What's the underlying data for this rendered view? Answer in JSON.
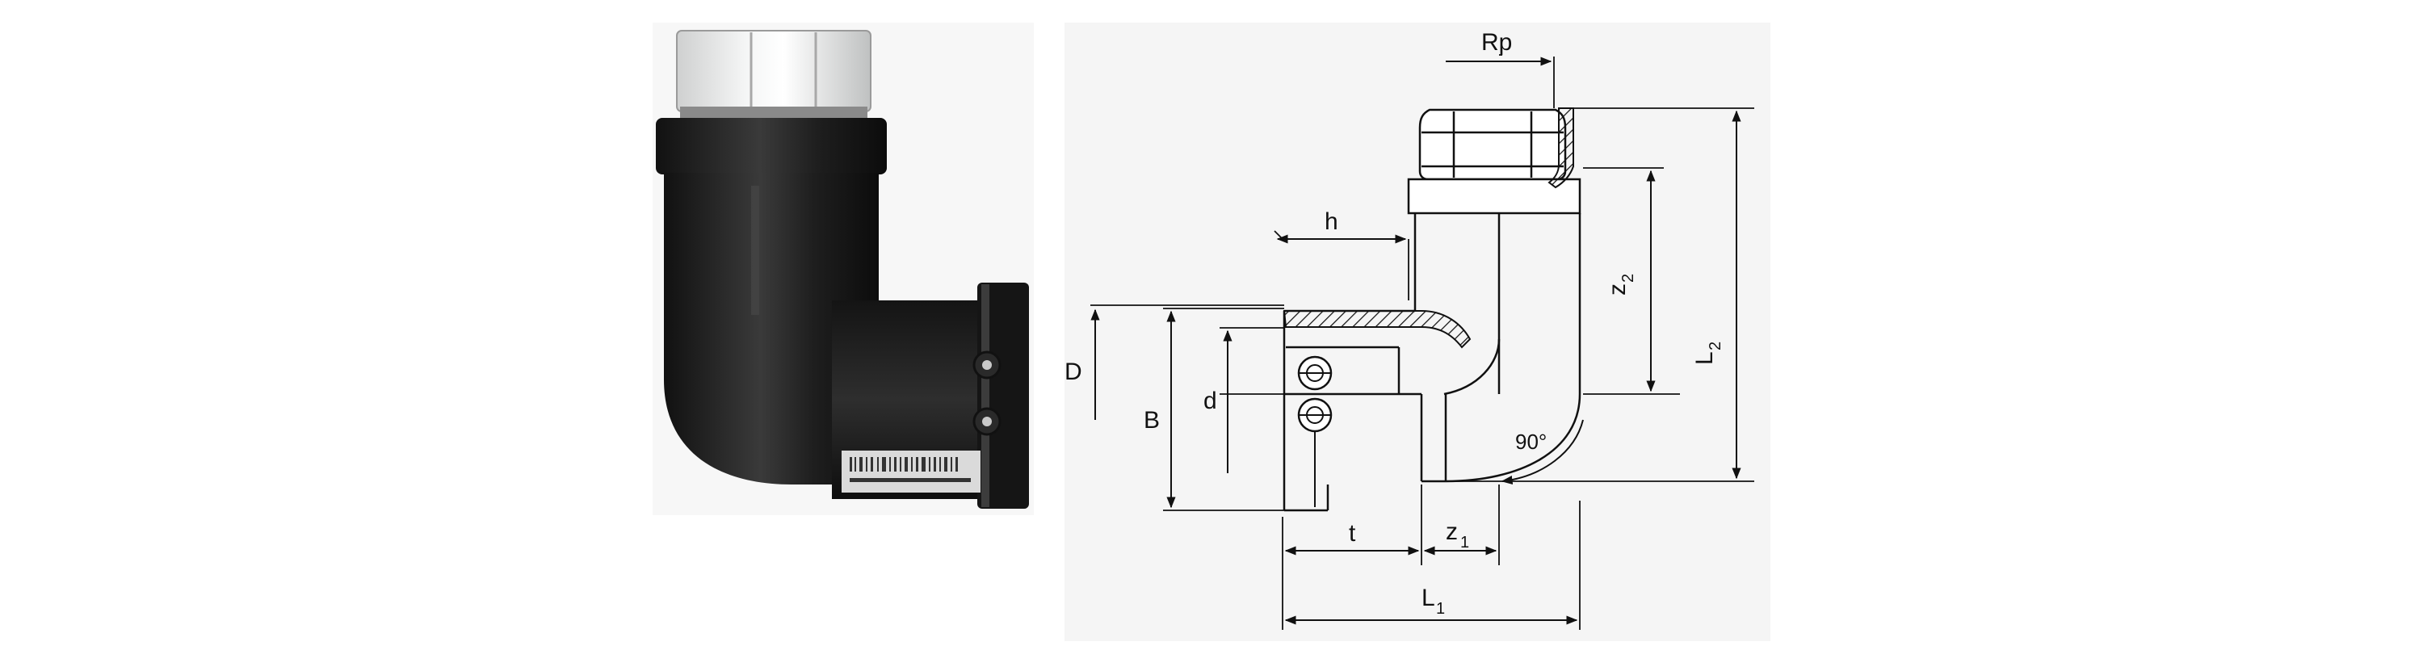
{
  "photo": {
    "product": "electrofusion elbow 90° with female thread",
    "nut_color": "#e9eaea",
    "body_color": "#1c1c1c",
    "label_color": "#d9d9d9"
  },
  "drawing": {
    "labels": {
      "rp": "Rp",
      "h": "h",
      "D": "D",
      "B": "B",
      "d": "d",
      "z2_main": "z",
      "z2_sub": "2",
      "L2_main": "L",
      "L2_sub": "2",
      "angle": "90°",
      "t": "t",
      "z1_main": "z",
      "z1_sub": "1",
      "L1_main": "L",
      "L1_sub": "1"
    },
    "line_color": "#111111",
    "background": "#f5f5f5"
  }
}
